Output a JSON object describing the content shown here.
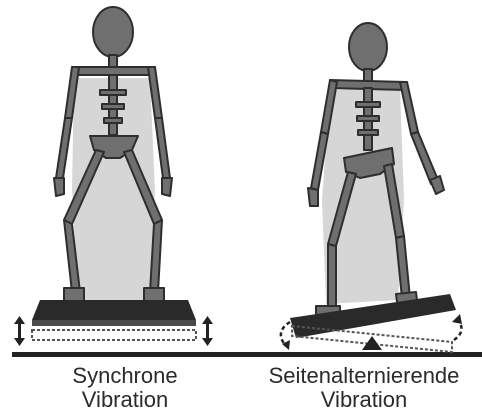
{
  "figures": [
    {
      "caption_line1": "Synchrone",
      "caption_line2": "Vibration"
    },
    {
      "caption_line1": "Seitenalternierende",
      "caption_line2": "Vibration"
    }
  ],
  "colors": {
    "figure_fill": "#6f6f6f",
    "figure_outline": "#2e2e2e",
    "motion_shadow": "#d4d4d4",
    "platform": "#2a2a2a",
    "ground_line": "#222222"
  }
}
